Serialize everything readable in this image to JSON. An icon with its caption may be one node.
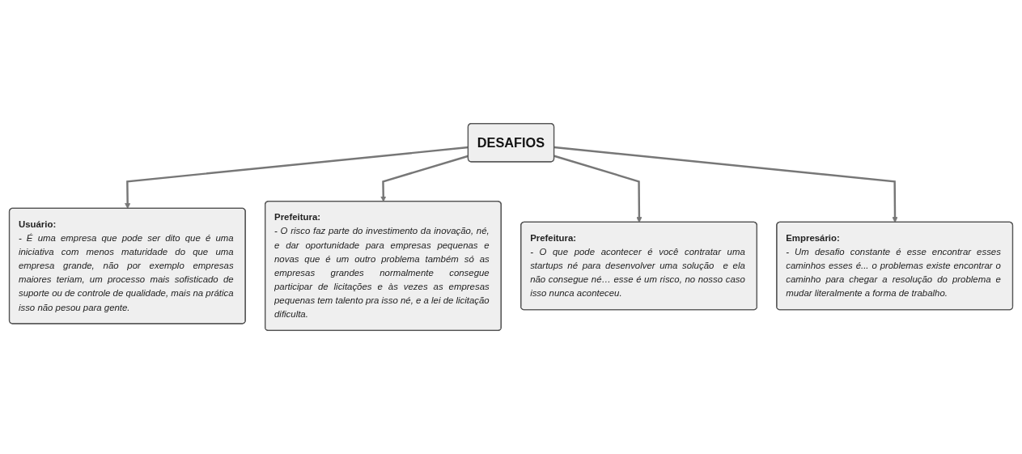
{
  "diagram": {
    "nodes": [
      {
        "text": [
          "Usuário:",
          "- É uma empresa que pode ser dito que é uma iniciativa com menos maturidade do que uma empresa grande, não por exemplo empresas maiores teriam, um processo mais sofisticado de suporte ou de controle de qualidade, mais na prática isso não pesou para gente."
        ]
      },
      {
        "text": [
          "DESAFIOS"
        ]
      },
      {
        "text": [
          "Prefeitura:",
          "- O risco faz parte do investimento da inovação, né, e dar oportunidade para empresas pequenas e novas que é um outro problema também só as empresas grandes normalmente consegue participar de licitações e às vezes as empresas pequenas tem talento pra isso né, e a lei de licitação dificulta."
        ]
      },
      {
        "text": [
          "Prefeitura:",
          "- O que pode acontecer é você contratar uma startups né para desenvolver uma solução  e ela não consegue né… esse é um risco, no nosso caso isso nunca aconteceu."
        ]
      },
      {
        "text": [
          "Empresário:",
          "- Um desafio constante é esse encontrar esses caminhos esses é... o problemas existe encontrar o caminho para chegar a resolução do problema e mudar literalmente a forma de trabalho."
        ]
      }
    ],
    "edges": [
      {
        "from": 1,
        "to": 0,
        "arrow": "to"
      },
      {
        "from": 1,
        "to": 2,
        "arrow": "to"
      },
      {
        "from": 1,
        "to": 3,
        "arrow": "to"
      },
      {
        "from": 1,
        "to": 4,
        "arrow": "to"
      }
    ]
  }
}
